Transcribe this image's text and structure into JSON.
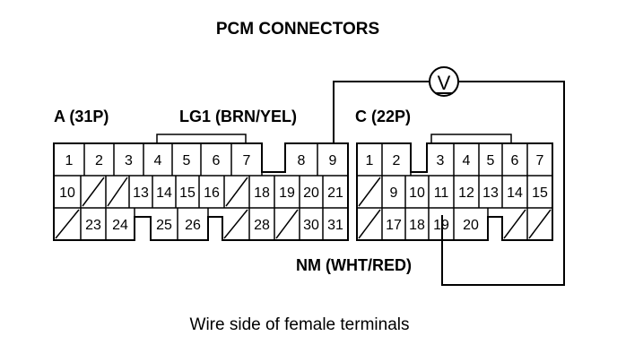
{
  "title": "PCM CONNECTORS",
  "caption": "Wire side of female terminals",
  "meter_symbol": "V",
  "connector_a": {
    "label": "A (31P)",
    "wire_label": "LG1 (BRN/YEL)",
    "rows": [
      [
        "1",
        "2",
        "3",
        "4",
        "5",
        "6",
        "7",
        "",
        "8",
        "9"
      ],
      [
        "10",
        "",
        "",
        "13",
        "14",
        "15",
        "16",
        "",
        "18",
        "19",
        "20",
        "21"
      ],
      [
        "",
        "23",
        "24",
        "",
        "25",
        "26",
        "",
        "",
        "28",
        "",
        "30",
        "31"
      ]
    ]
  },
  "connector_c": {
    "label": "C (22P)",
    "wire_label": "NM (WHT/RED)",
    "rows": [
      [
        "1",
        "2",
        "",
        "3",
        "4",
        "5",
        "6",
        "7"
      ],
      [
        "",
        "9",
        "10",
        "11",
        "12",
        "13",
        "14",
        "15"
      ],
      [
        "",
        "17",
        "18",
        "19",
        "20",
        "",
        ""
      ]
    ]
  }
}
